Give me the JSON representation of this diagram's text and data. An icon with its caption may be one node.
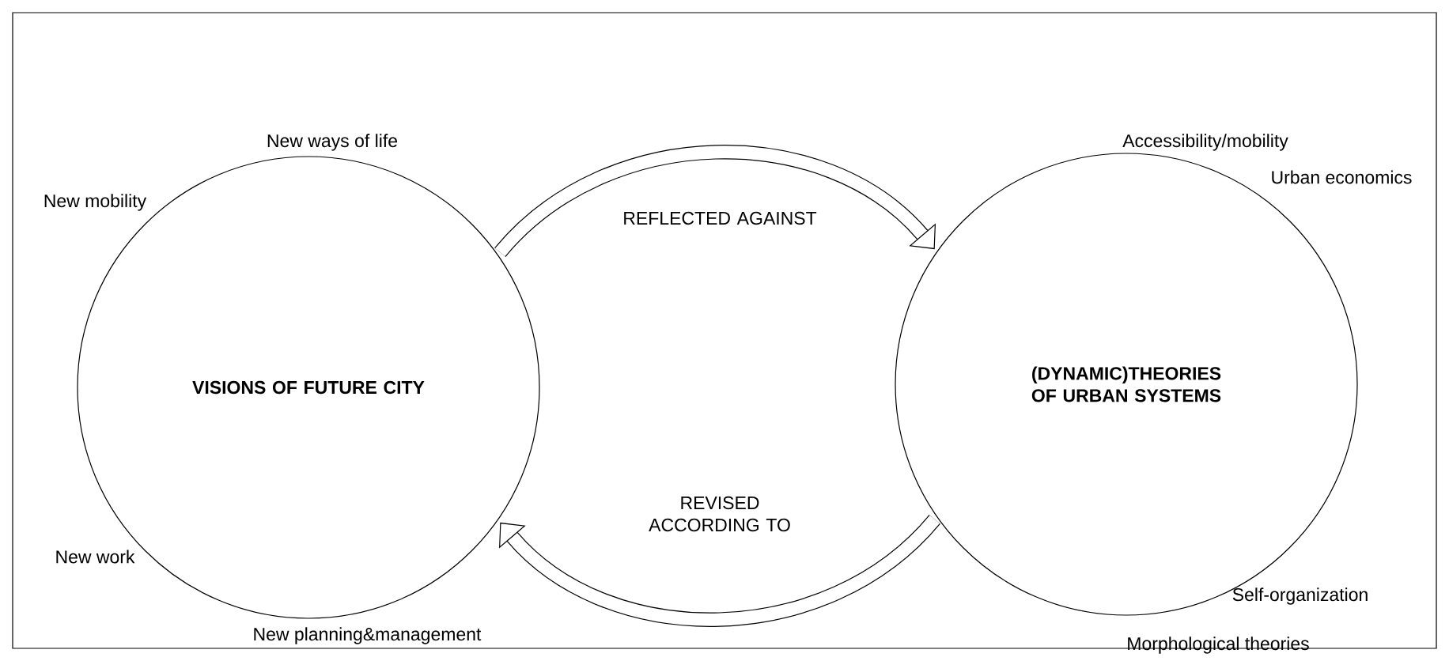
{
  "diagram": {
    "nodes": [
      {
        "text": [
          "VISIONS OF FUTURE CITY"
        ],
        "beside": [
          "New ways of life",
          "New mobility",
          "New work",
          "New planning&management"
        ]
      },
      {
        "text": [
          "(DYNAMIC)THEORIES OF URBAN SYSTEMS"
        ],
        "beside": [
          "Accessibility/mobility",
          "Urban economics",
          "Self-organization",
          "Morphological theories"
        ]
      }
    ],
    "edges": [
      {
        "from": 0,
        "to": 1,
        "arrow": "to",
        "label": "REFLECTED AGAINST"
      },
      {
        "from": 1,
        "to": 0,
        "arrow": "to",
        "label": "REVISED ACCORDING TO"
      }
    ]
  }
}
